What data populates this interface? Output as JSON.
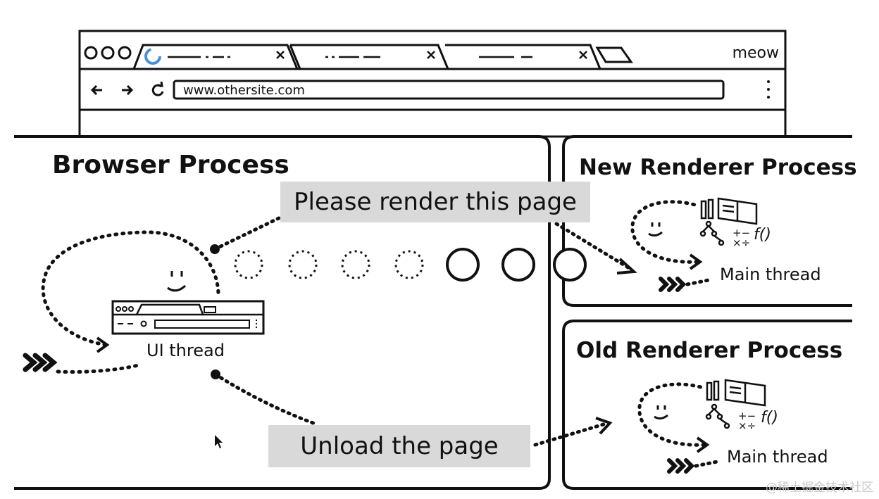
{
  "browser_window": {
    "tab_buttons": "ooo",
    "brand": "meow",
    "url": "www.othersite.com",
    "nav_icons": [
      "back-arrow-icon",
      "forward-arrow-icon",
      "reload-icon",
      "menu-dots-icon"
    ]
  },
  "browser_process": {
    "title": "Browser Process",
    "thread_label": "UI thread"
  },
  "new_renderer": {
    "title": "New Renderer Process",
    "thread_label": "Main thread"
  },
  "old_renderer": {
    "title": "Old Renderer Process",
    "thread_label": "Main thread"
  },
  "messages": {
    "render": "Please render this page",
    "unload": "Unload the page"
  },
  "watermark": "@稀土掘金技术社区",
  "colors": {
    "ink": "#111111",
    "label_bg": "#d9d9d9",
    "spinner": "#4a90d9"
  }
}
